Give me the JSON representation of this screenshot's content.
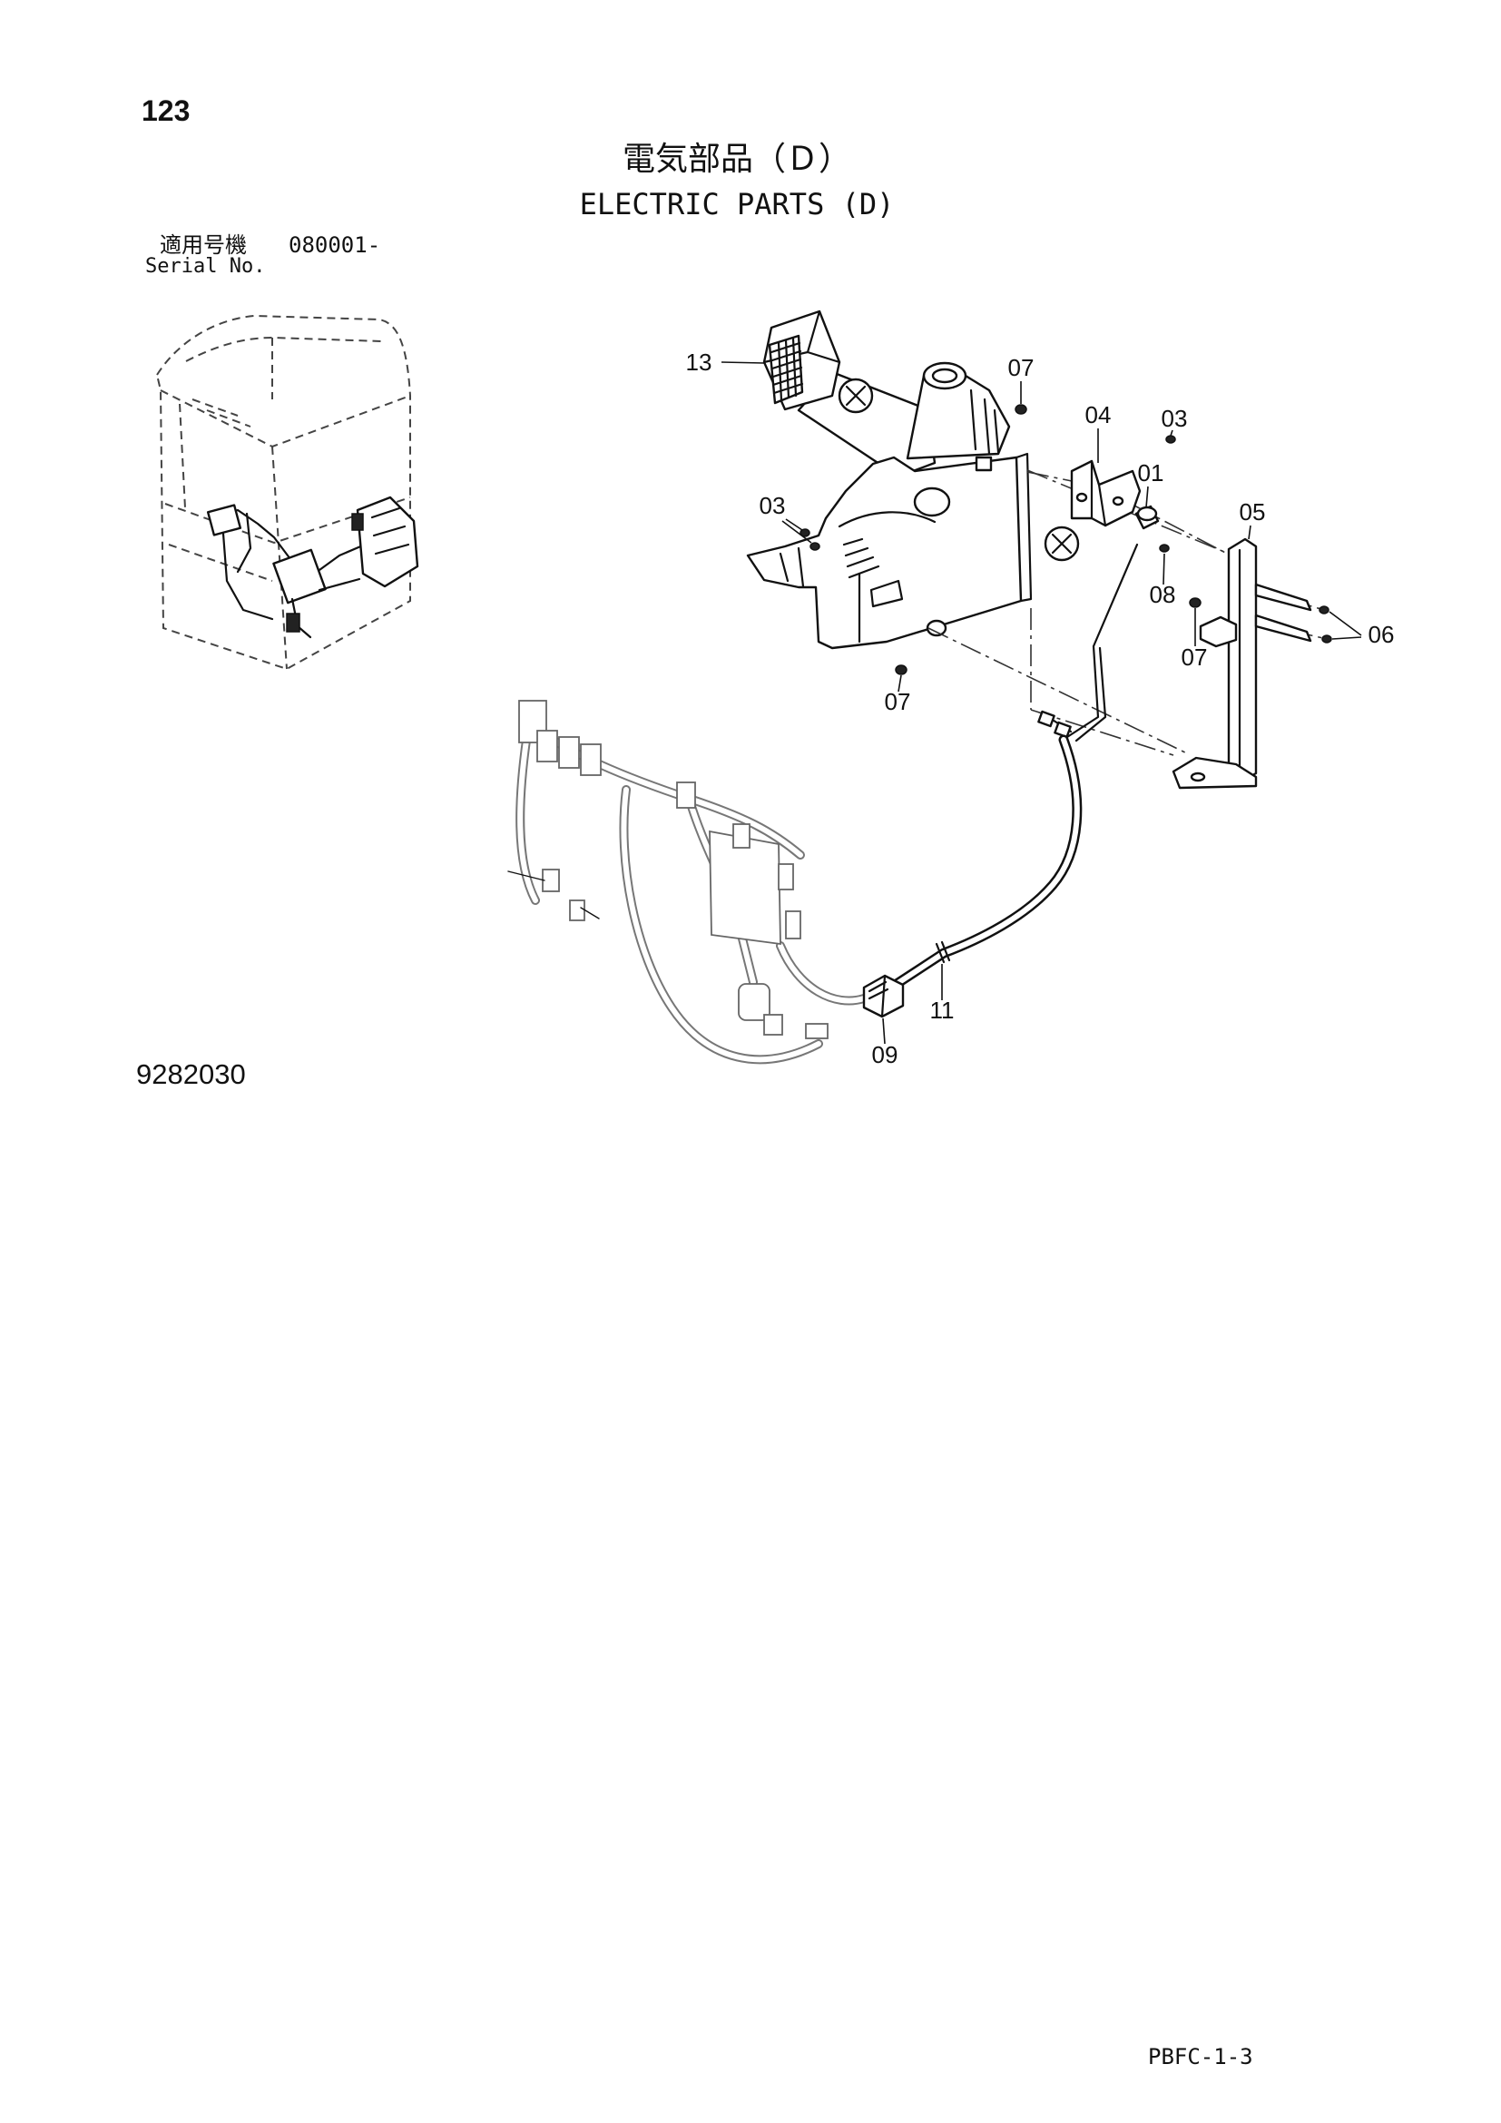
{
  "page": {
    "number": "123",
    "title_jp": "電気部品（Ｄ）",
    "title_en": "ELECTRIC PARTS (D)",
    "serial_label_jp": "適用号機",
    "serial_value": "080001-",
    "serial_label_en": "Serial No.",
    "figure_number": "9282030",
    "footer_code": "PBFC-1-3"
  },
  "callouts": {
    "part_13": "13",
    "part_07_top": "07",
    "part_04": "04",
    "part_03_right": "03",
    "part_01": "01",
    "part_05": "05",
    "part_03_left": "03",
    "part_08": "08",
    "part_07_right": "07",
    "part_06": "06",
    "part_07_bottom": "07",
    "part_11": "11",
    "part_09": "09"
  }
}
